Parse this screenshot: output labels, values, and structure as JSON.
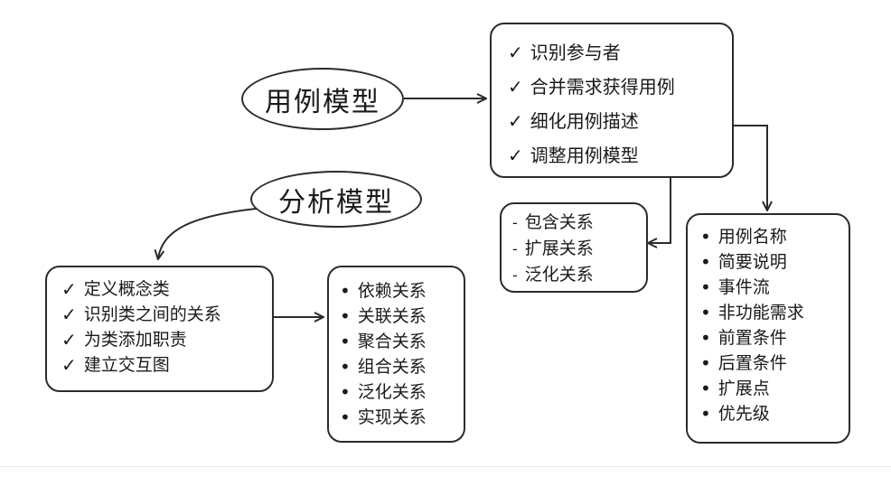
{
  "diagram": {
    "use_case_model": {
      "label": "用例模型"
    },
    "analysis_model": {
      "label": "分析模型"
    },
    "use_case_steps": {
      "marker": "✓",
      "items": [
        "识别参与者",
        "合并需求获得用例",
        "细化用例描述",
        "调整用例模型"
      ]
    },
    "use_case_relations": {
      "marker": "-",
      "items": [
        "包含关系",
        "扩展关系",
        "泛化关系"
      ]
    },
    "use_case_description": {
      "marker": "•",
      "items": [
        "用例名称",
        "简要说明",
        "事件流",
        "非功能需求",
        "前置条件",
        "后置条件",
        "扩展点",
        "优先级"
      ]
    },
    "analysis_steps": {
      "marker": "✓",
      "items": [
        "定义概念类",
        "识别类之间的关系",
        "为类添加职责",
        "建立交互图"
      ]
    },
    "class_relations": {
      "marker": "•",
      "items": [
        "依赖关系",
        "关联关系",
        "聚合关系",
        "组合关系",
        "泛化关系",
        "实现关系"
      ]
    }
  }
}
